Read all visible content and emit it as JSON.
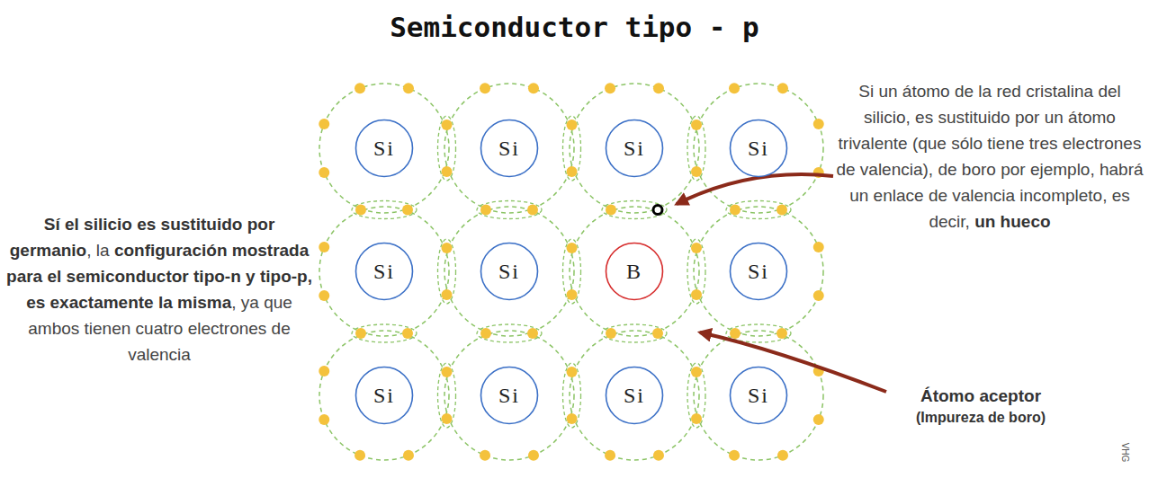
{
  "diagram": {
    "title": "Semiconductor tipo - p",
    "nodes": [
      {
        "text": [
          "Si"
        ]
      },
      {
        "text": [
          "Si"
        ]
      },
      {
        "text": [
          "Si"
        ]
      },
      {
        "text": [
          "Si"
        ]
      },
      {
        "text": [
          "Si"
        ]
      },
      {
        "text": [
          "Si"
        ]
      },
      {
        "text": [
          "B"
        ]
      },
      {
        "text": [
          "Si"
        ]
      },
      {
        "text": [
          "Si"
        ]
      },
      {
        "text": [
          "Si"
        ]
      },
      {
        "text": [
          "Si"
        ]
      },
      {
        "text": [
          "Si"
        ]
      }
    ],
    "labels": [
      "Sí el silicio es sustituido por germanio",
      ", la",
      "configuración mostrada para el semiconductor tipo-n y tipo-p, es exactamente la misma",
      ", ya que ambos tienen cuatro electrones de valencia",
      "Si un átomo de la red cristalina del silicio, es sustituido por un átomo trivalente (que sólo tiene tres electrones de valencia), de boro por ejemplo, habrá un enlace de valencia incompleto, es decir,",
      "un hueco",
      "Átomo aceptor",
      "(Impureza de boro)",
      "VHG"
    ]
  }
}
